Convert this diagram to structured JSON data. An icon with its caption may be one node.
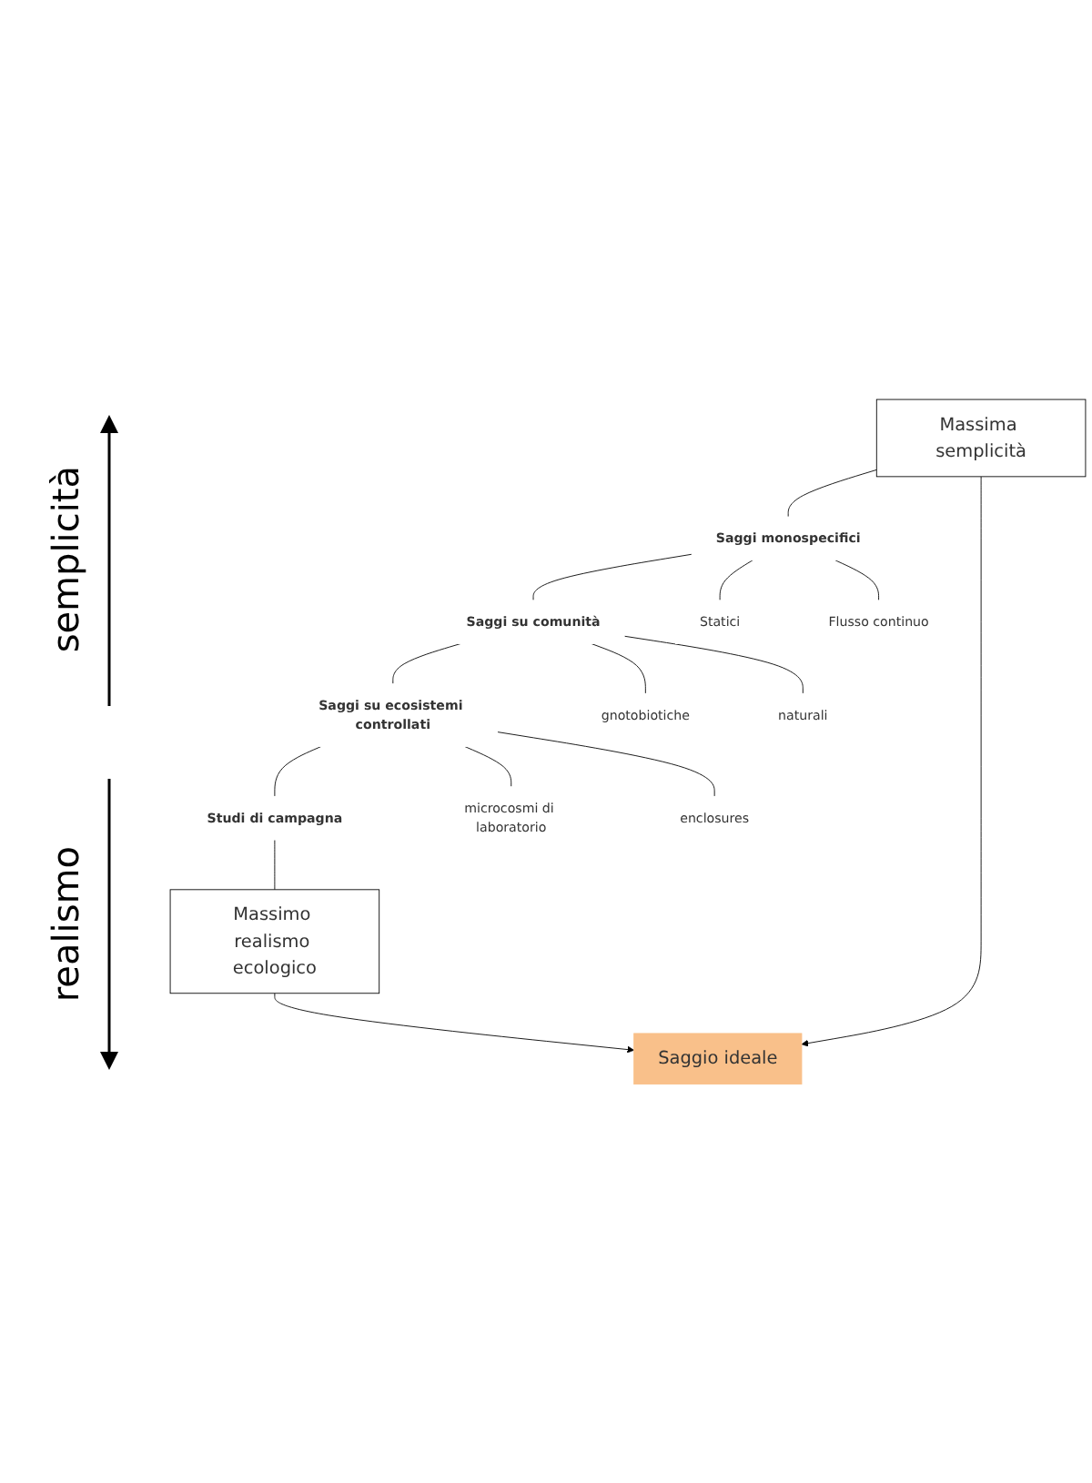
{
  "diagram": {
    "nodes": [
      {
        "text": [
          "Massima semplicità"
        ]
      },
      {
        "text": [
          "Saggi monospecifici"
        ]
      },
      {
        "text": [
          "Statici"
        ]
      },
      {
        "text": [
          "Flusso continuo"
        ]
      },
      {
        "text": [
          "Saggi su comunità"
        ]
      },
      {
        "text": [
          "gnotobiotiche"
        ]
      },
      {
        "text": [
          "naturali"
        ]
      },
      {
        "text": [
          "Saggi su ecosistemi controllati"
        ]
      },
      {
        "text": [
          "microcosmi di laboratorio"
        ]
      },
      {
        "text": [
          "enclosures"
        ]
      },
      {
        "text": [
          "Studi di campagna"
        ]
      },
      {
        "text": [
          "Massimo realismo ecologico"
        ]
      },
      {
        "text": [
          "Saggio ideale"
        ]
      }
    ],
    "edges": [
      {
        "from": 0,
        "to": 1,
        "arrow": "none"
      },
      {
        "from": 1,
        "to": 4,
        "arrow": "none"
      },
      {
        "from": 4,
        "to": 7,
        "arrow": "none"
      },
      {
        "from": 7,
        "to": 10,
        "arrow": "none"
      },
      {
        "from": 10,
        "to": 11,
        "arrow": "none"
      },
      {
        "from": 1,
        "to": 2,
        "arrow": "none"
      },
      {
        "from": 1,
        "to": 3,
        "arrow": "none"
      },
      {
        "from": 4,
        "to": 5,
        "arrow": "none"
      },
      {
        "from": 4,
        "to": 6,
        "arrow": "none"
      },
      {
        "from": 7,
        "to": 8,
        "arrow": "none"
      },
      {
        "from": 7,
        "to": 9,
        "arrow": "none"
      },
      {
        "from": 0,
        "to": 12,
        "arrow": "to"
      },
      {
        "from": 11,
        "to": 12,
        "arrow": "to"
      }
    ],
    "labels": [
      "semplicità",
      "realismo"
    ]
  }
}
